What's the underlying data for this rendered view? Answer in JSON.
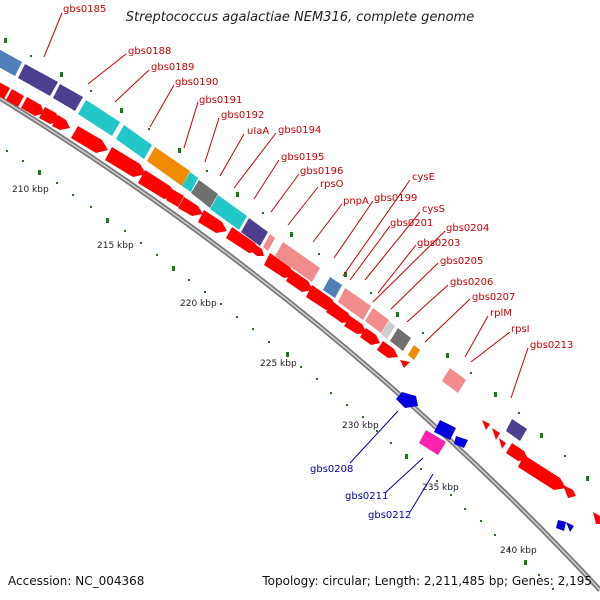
{
  "title": "Streptococcus agalactiae NEM316, complete genome",
  "accession": "Accession: NC_004368",
  "summary": "Topology: circular; Length: 2,211,485 bp; Genes: 2,195",
  "colors": {
    "label_red": "#cc0000",
    "label_blue": "#0000aa",
    "tick": "#1a7a1a",
    "backbone": "#8a8a8a"
  },
  "kbp_labels": [
    "210 kbp",
    "215 kbp",
    "220 kbp",
    "225 kbp",
    "230 kbp",
    "235 kbp",
    "240 kbp"
  ],
  "gene_labels_outer": [
    "gbs0185",
    "gbs0188",
    "gbs0189",
    "gbs0190",
    "gbs0191",
    "gbs0192",
    "uIaA",
    "gbs0194",
    "gbs0195",
    "gbs0196",
    "rpsO",
    "pnpA",
    "gbs0199",
    "cysE",
    "gbs0201",
    "cysS",
    "gbs0204",
    "gbs0203",
    "gbs0205",
    "gbs0206",
    "gbs0207",
    "rplM",
    "rpsI",
    "gbs0213"
  ],
  "gene_labels_inner": [
    "gbs0208",
    "gbs0211",
    "gbs0212"
  ]
}
